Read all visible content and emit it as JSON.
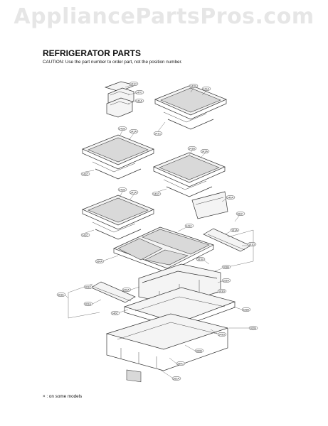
{
  "watermark": "AppliancePartsPros.com",
  "heading": "REFRIGERATOR PARTS",
  "caution": "CAUTION: Use the part number to order part, not the position number.",
  "footnote": "× : on some models",
  "callouts": [
    {
      "label": "141C"
    },
    {
      "label": "1470"
    },
    {
      "label": "141A"
    },
    {
      "label": "141B"
    },
    {
      "label": "141A"
    },
    {
      "label": "141C"
    },
    {
      "label": "141B"
    },
    {
      "label": "141A"
    },
    {
      "label": "141C"
    },
    {
      "label": "141B"
    },
    {
      "label": "141A"
    },
    {
      "label": "141C"
    },
    {
      "label": "140A"
    },
    {
      "label": "141B"
    },
    {
      "label": "141A"
    },
    {
      "label": "141C"
    },
    {
      "label": "161F"
    },
    {
      "label": "161A"
    },
    {
      "label": "161D"
    },
    {
      "label": "1412"
    },
    {
      "label": "164A"
    },
    {
      "label": "161B"
    },
    {
      "label": "163B"
    },
    {
      "label": "153A"
    },
    {
      "label": "161E"
    },
    {
      "label": "161C"
    },
    {
      "label": "161A"
    },
    {
      "label": "226A"
    },
    {
      "label": "140C"
    },
    {
      "label": "163D"
    },
    {
      "label": "226B"
    },
    {
      "label": "149D"
    },
    {
      "label": "162B"
    },
    {
      "label": "160B"
    },
    {
      "label": "160C"
    },
    {
      "label": "162A"
    }
  ]
}
